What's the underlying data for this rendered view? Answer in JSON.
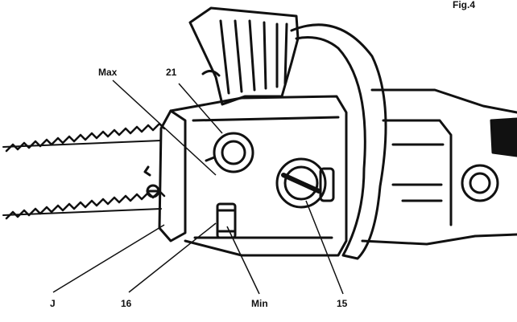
{
  "callouts": {
    "max": "Max",
    "part_21": "21",
    "part_j": "J",
    "part_16": "16",
    "min": "Min",
    "part_15": "15",
    "top_right": "Fig.4"
  }
}
